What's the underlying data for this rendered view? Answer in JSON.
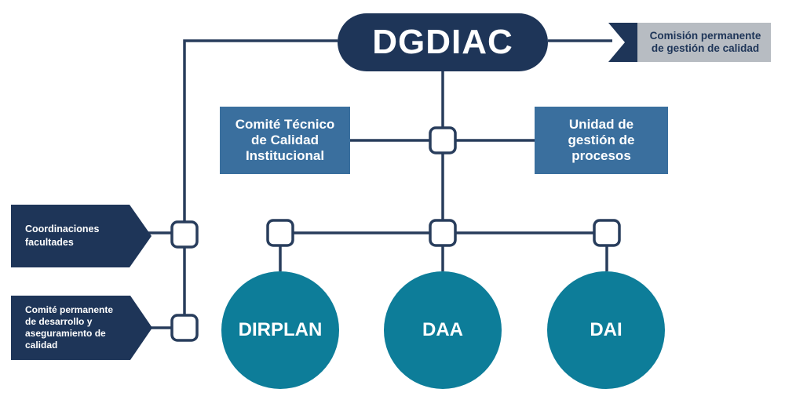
{
  "colors": {
    "navy": "#1e3558",
    "line": "#283d5c",
    "steel_blue": "#3a6f9e",
    "teal": "#0d7d99",
    "grey_box": "#b7bcc2",
    "connector_fill": "#ffffff"
  },
  "nodes": {
    "dgdiac": {
      "label": "DGDIAC"
    },
    "comision": {
      "line1": "Comisión permanente",
      "line2": "de gestión de calidad"
    },
    "comite_tecnico": {
      "line1": "Comité Técnico",
      "line2": "de Calidad",
      "line3": "Institucional"
    },
    "unidad": {
      "line1": "Unidad de",
      "line2": "gestión de",
      "line3": "procesos"
    },
    "coordinaciones": {
      "line1": "Coordinaciones",
      "line2": "facultades"
    },
    "comite_permanente": {
      "line1": "Comité permanente",
      "line2": "de desarrollo y",
      "line3": "aseguramiento de",
      "line4": "calidad"
    },
    "dirplan": {
      "label": "DIRPLAN"
    },
    "daa": {
      "label": "DAA"
    },
    "dai": {
      "label": "DAI"
    }
  }
}
